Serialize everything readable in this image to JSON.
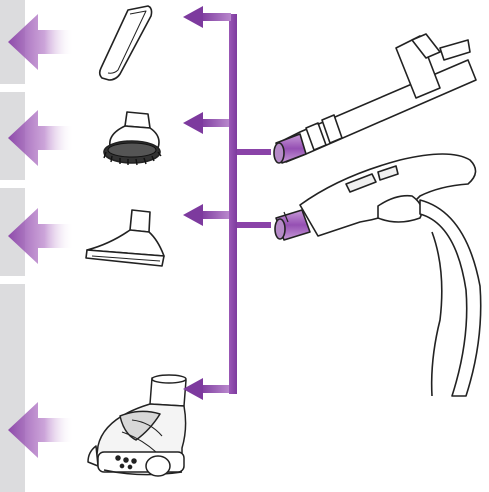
{
  "diagram": {
    "colors": {
      "accent": "#8a43a8",
      "accent_light": "#c99ad6",
      "side_panel": "#dcdcde",
      "line": "#222222",
      "fill": "#ffffff"
    },
    "accessories": [
      {
        "id": "crevice-tool",
        "icon": "crevice-tool-icon"
      },
      {
        "id": "dusting-brush",
        "icon": "dusting-brush-icon"
      },
      {
        "id": "upholstery-tool",
        "icon": "upholstery-tool-icon"
      },
      {
        "id": "turbo-brush",
        "icon": "turbo-brush-icon"
      }
    ],
    "fit_points": [
      {
        "id": "wand-end",
        "icon": "wand-tube-icon"
      },
      {
        "id": "handle-end",
        "icon": "hose-handle-icon"
      }
    ]
  }
}
